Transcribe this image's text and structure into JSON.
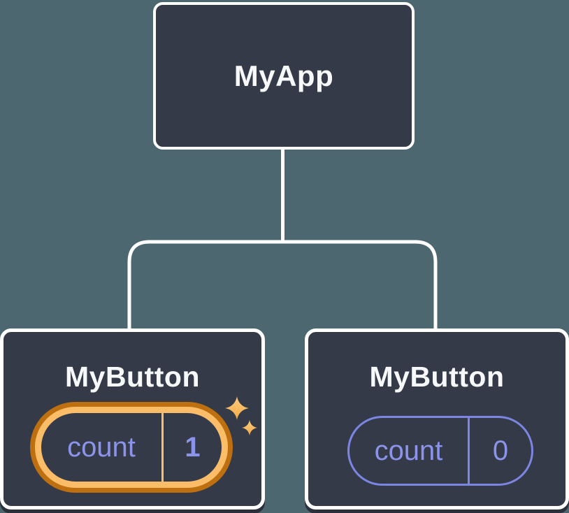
{
  "diagram": {
    "type": "component-tree",
    "root": {
      "label": "MyApp"
    },
    "children": [
      {
        "label": "MyButton",
        "state_key": "count",
        "state_value": "1",
        "highlighted": true
      },
      {
        "label": "MyButton",
        "state_key": "count",
        "state_value": "0",
        "highlighted": false
      }
    ],
    "icons": [
      "sparkle-icon"
    ],
    "colors": {
      "background": "#4D6770",
      "node_fill": "#343A47",
      "node_border": "#FFFFFF",
      "title_text": "#F7F8FA",
      "state_text": "#8B93EB",
      "pill_outline": "#7C86E2",
      "highlight_outer": "#BE6F10",
      "highlight_inner": "#FBBD68",
      "sparkle": "#F9BC62",
      "shadow": "#2B303B"
    }
  }
}
